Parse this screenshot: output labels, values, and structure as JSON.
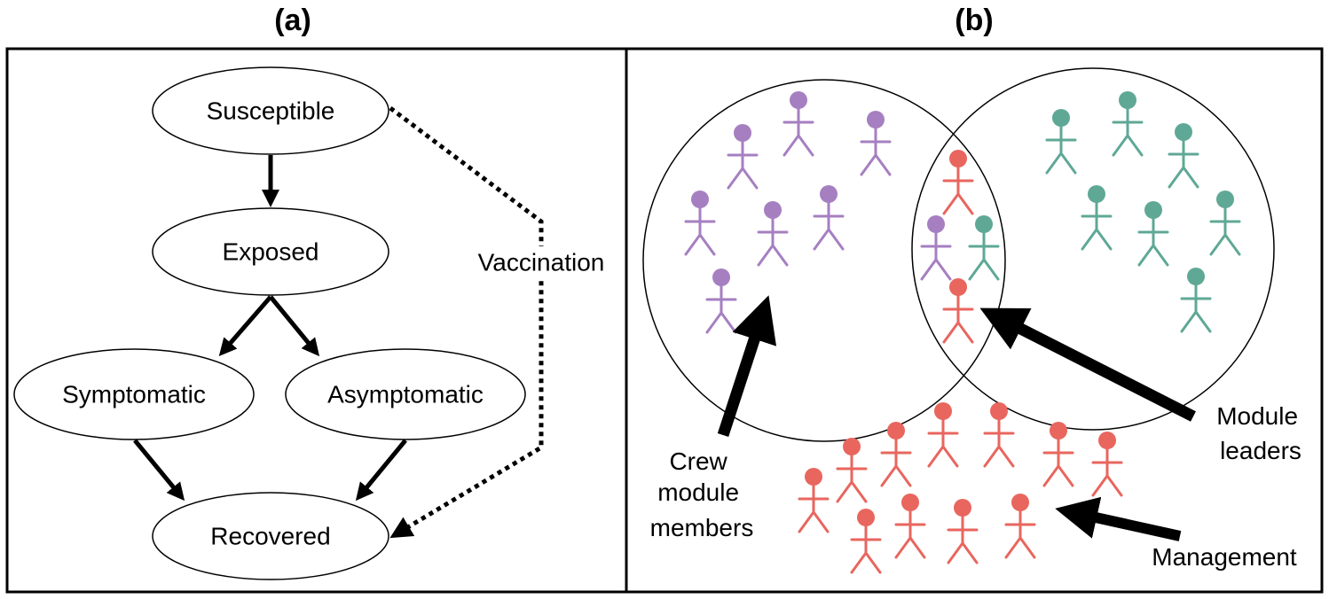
{
  "panel_a": {
    "title": "(a)",
    "nodes": {
      "susceptible": "Susceptible",
      "exposed": "Exposed",
      "symptomatic": "Symptomatic",
      "asymptomatic": "Asymptomatic",
      "recovered": "Recovered"
    },
    "vaccination_label": "Vaccination"
  },
  "panel_b": {
    "title": "(b)",
    "labels": {
      "crew_module_members": [
        "Crew",
        "module",
        "members"
      ],
      "module_leaders": [
        "Module",
        "leaders"
      ],
      "management": "Management"
    },
    "colors": {
      "crew_module_a": "#a67fc1",
      "crew_module_b": "#5fa896",
      "management": "#e8665e"
    }
  }
}
